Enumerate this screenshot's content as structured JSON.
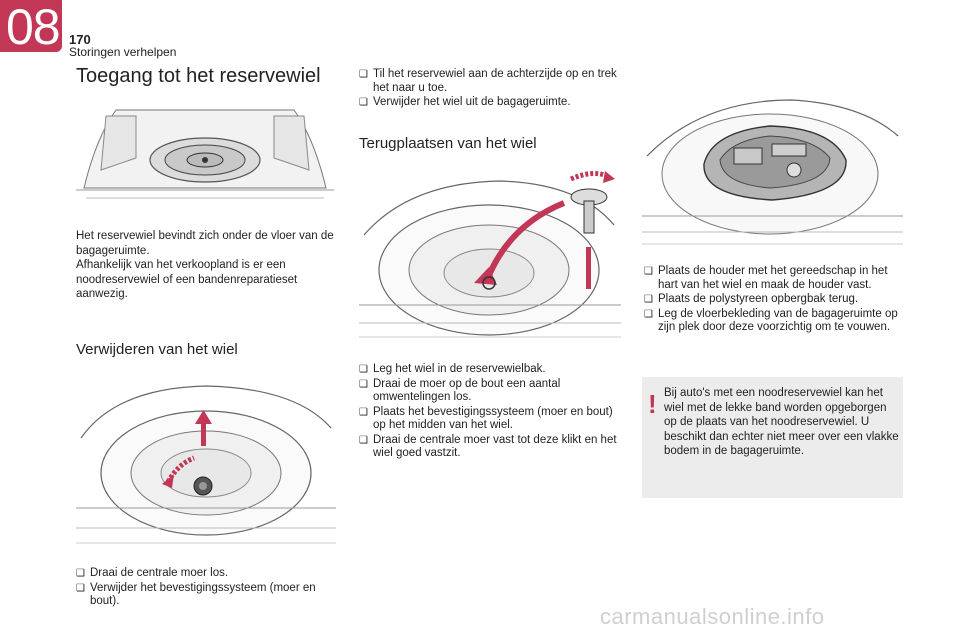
{
  "header": {
    "chapter": "08",
    "page_number": "170",
    "section": "Storingen verhelpen"
  },
  "title": "Toegang tot het reservewiel",
  "intro": {
    "line1": "Het reservewiel bevindt zich onder de vloer van de bagageruimte.",
    "line2": "Afhankelijk van het verkoopland is er een noodreservewiel of een bandenreparatieset aanwezig."
  },
  "remove": {
    "heading": "Verwijderen van het wiel",
    "steps": [
      "Draai de centrale moer los.",
      "Verwijder het bevestigingssysteem (moer en bout)."
    ]
  },
  "lift": {
    "steps": [
      "Til het reservewiel aan de achterzijde op en trek het naar u toe.",
      "Verwijder het wiel uit de bagageruimte."
    ]
  },
  "refit": {
    "heading": "Terugplaatsen van het wiel",
    "steps": [
      "Leg het wiel in de reservewielbak.",
      "Draai de moer op de bout een aantal omwentelingen los.",
      "Plaats het bevestigingssysteem (moer en bout) op het midden van het wiel.",
      "Draai de centrale moer vast tot deze klikt en het wiel goed vastzit."
    ]
  },
  "holder": {
    "steps": [
      "Plaats de houder met het gereedschap in het hart van het wiel en maak de houder vast.",
      "Plaats de polystyreen opbergbak terug.",
      "Leg de vloerbekleding van de bagageruimte op zijn plek door deze voorzichtig om te vouwen."
    ]
  },
  "note": {
    "mark": "!",
    "text": "Bij auto's met een noodreservewiel kan het wiel met de lekke band worden opgeborgen op de plaats van het noodreservewiel. U beschikt dan echter niet meer over een vlakke bodem in de bagageruimte."
  },
  "bullet_glyph": "❑",
  "watermark": "carmanualsonline.info",
  "colors": {
    "accent": "#c23656",
    "note_bg": "#ececec"
  }
}
